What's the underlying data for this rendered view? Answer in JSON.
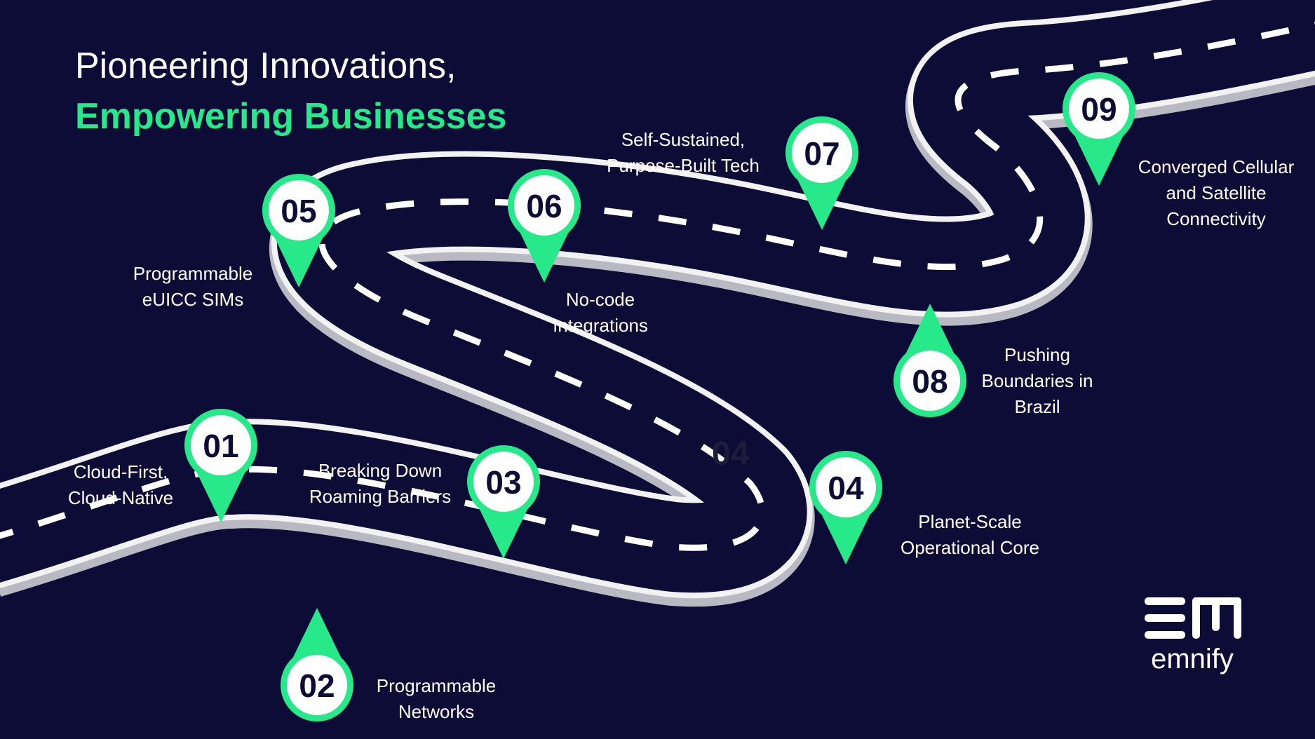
{
  "header": {
    "title_line1": "Pioneering Innovations,",
    "title_line2": "Empowering Businesses"
  },
  "colors": {
    "background": "#0c0c36",
    "accent_green": "#27e98a",
    "road_edge": "#f2f2f2",
    "road_shadow": "#b9b9c4",
    "marker_text": "#0c0c36"
  },
  "milestones": [
    {
      "number": "01",
      "lines": [
        "Cloud-First,",
        "Cloud-Native"
      ]
    },
    {
      "number": "02",
      "lines": [
        "Programmable",
        "Networks"
      ]
    },
    {
      "number": "03",
      "lines": [
        "Breaking Down",
        "Roaming Barriers"
      ]
    },
    {
      "number": "04",
      "lines": [
        "Planet-Scale",
        "Operational Core"
      ]
    },
    {
      "number": "05",
      "lines": [
        "Programmable",
        "eUICC SIMs"
      ]
    },
    {
      "number": "06",
      "lines": [
        "No-code",
        "Integrations"
      ]
    },
    {
      "number": "07",
      "lines": [
        "Self-Sustained,",
        "Purpose-Built Tech"
      ]
    },
    {
      "number": "08",
      "lines": [
        "Pushing",
        "Boundaries in",
        "Brazil"
      ]
    },
    {
      "number": "09",
      "lines": [
        "Converged Cellular",
        "and Satellite",
        "Connectivity"
      ]
    }
  ],
  "ghost_number": "04",
  "logo": {
    "icon": "emnify-em-logo-icon",
    "wordmark": "emnify"
  }
}
